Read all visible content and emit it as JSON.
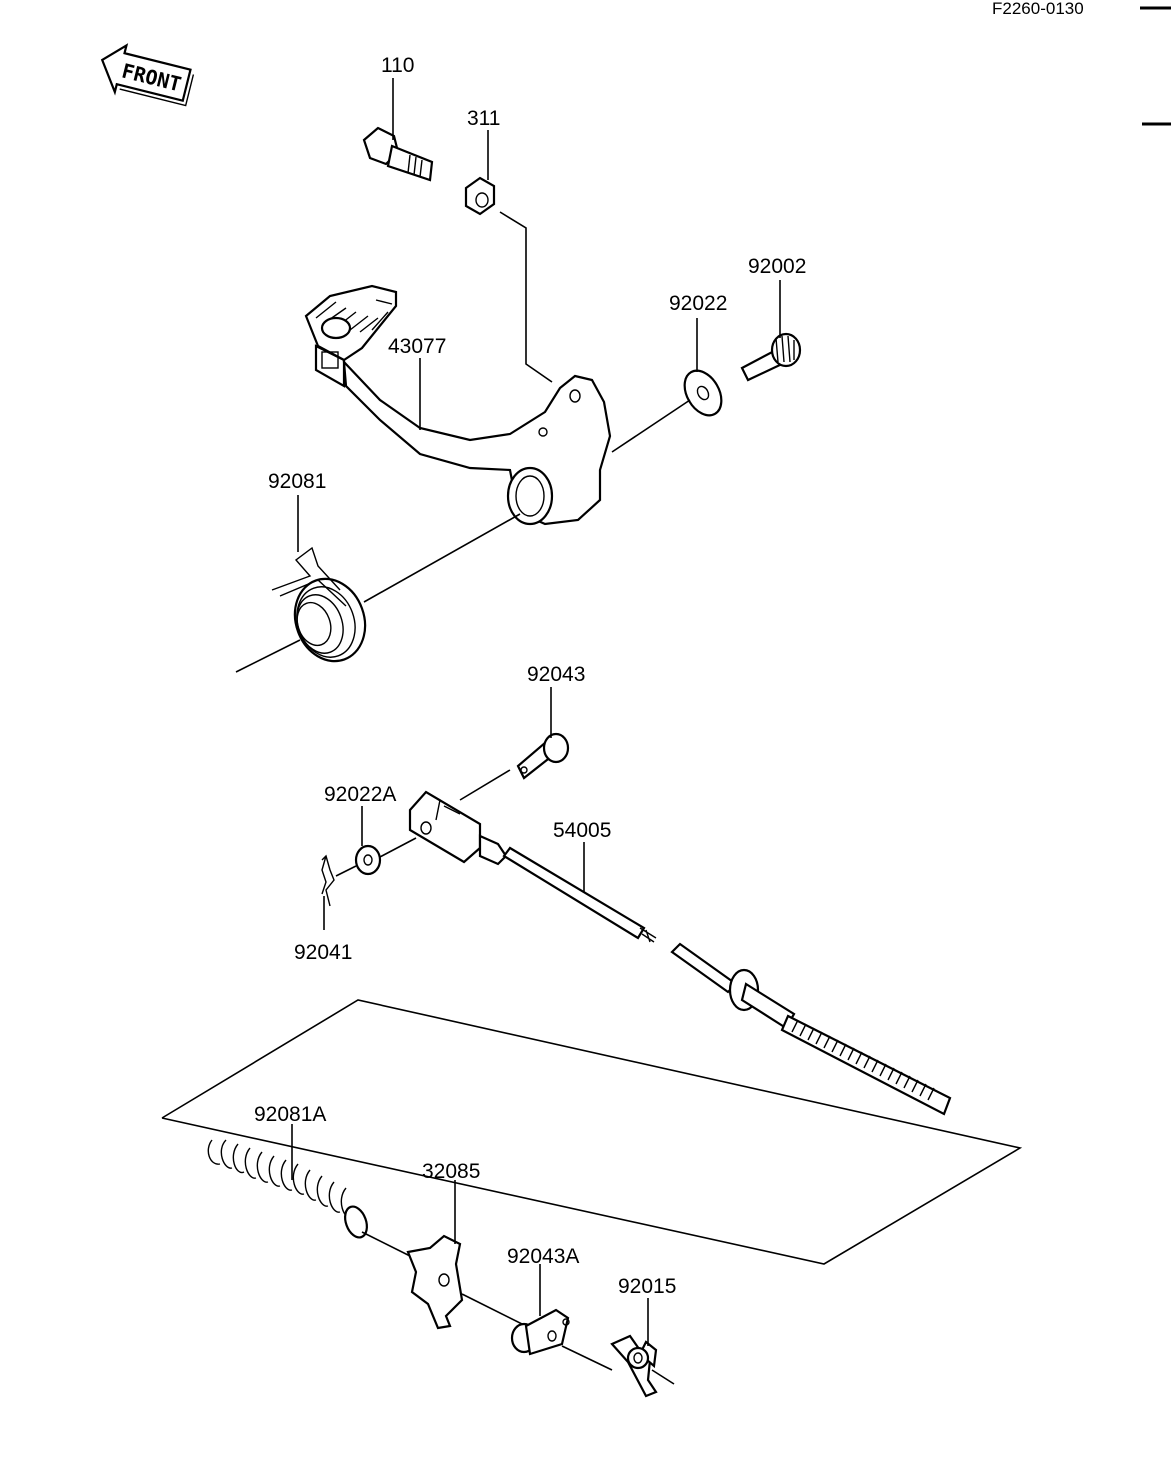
{
  "reference": "F2260-0130",
  "front_label": "FRONT",
  "parts": {
    "p110": "110",
    "p311": "311",
    "p92002": "92002",
    "p92022": "92022",
    "p43077": "43077",
    "p92081": "92081",
    "p92043": "92043",
    "p92022A": "92022A",
    "p54005": "54005",
    "p92041": "92041",
    "p92081A": "92081A",
    "p32085": "32085",
    "p92043A": "92043A",
    "p92015": "92015"
  }
}
